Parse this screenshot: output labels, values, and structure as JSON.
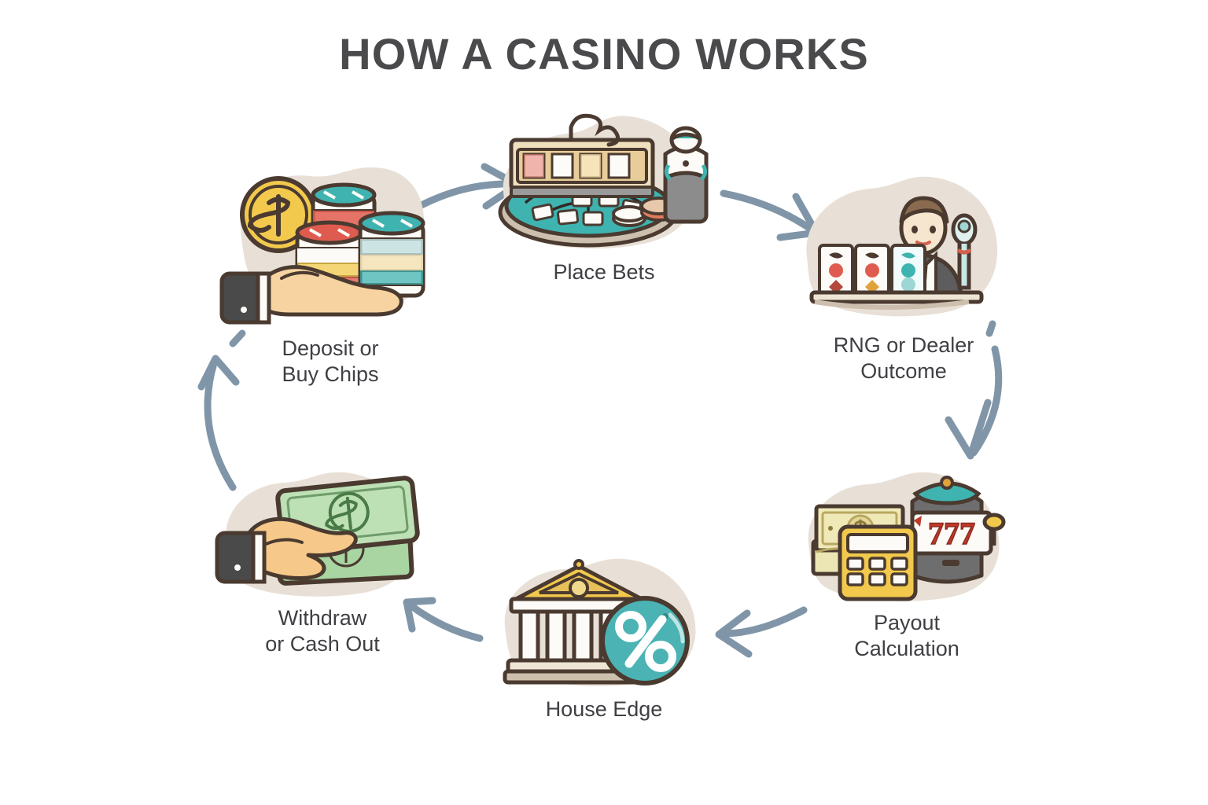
{
  "page": {
    "title": "HOW A CASINO WORKS",
    "background_color": "#ffffff",
    "title_color": "#4a4a4d",
    "label_color": "#3f3f44",
    "arrow_color": "#8096a8",
    "blob_color": "#e8e0d6",
    "outline_color": "#4a3a30"
  },
  "nodes": [
    {
      "id": "deposit",
      "label": "Deposit or\nBuy Chips",
      "icon_name": "hand-with-chips-and-coin-icon",
      "accent_colors": [
        "#f2c94c",
        "#3fb3b0",
        "#e05b4f",
        "#f5d08a"
      ]
    },
    {
      "id": "place-bets",
      "label": "Place Bets",
      "icon_name": "casino-table-icon",
      "accent_colors": [
        "#3fb3b0",
        "#e8c88e",
        "#e07a5f"
      ]
    },
    {
      "id": "rng-dealer",
      "label": "RNG or Dealer\nOutcome",
      "icon_name": "dealer-with-cards-icon",
      "accent_colors": [
        "#5a5a5e",
        "#e05b4f",
        "#3fb3b0"
      ]
    },
    {
      "id": "payout",
      "label": "Payout\nCalculation",
      "icon_name": "cash-calculator-slot-icon",
      "accent_colors": [
        "#e9e2a6",
        "#f2c94c",
        "#c0392b",
        "#3fb3b0"
      ]
    },
    {
      "id": "house-edge",
      "label": "House Edge",
      "icon_name": "bank-building-percent-icon",
      "accent_colors": [
        "#f2c94c",
        "#4bb3b3",
        "#ffffff"
      ]
    },
    {
      "id": "withdraw",
      "label": "Withdraw\nor Cash Out",
      "icon_name": "hand-with-banknotes-icon",
      "accent_colors": [
        "#a8d5a2",
        "#f5c48a",
        "#4a4a4a"
      ]
    }
  ],
  "connectors": [
    {
      "id": "deposit-to-place-bets",
      "from": "deposit",
      "to": "place-bets",
      "icon_name": "curved-arrow-right-icon"
    },
    {
      "id": "place-bets-to-rng",
      "from": "place-bets",
      "to": "rng-dealer",
      "icon_name": "curved-arrow-right-down-icon"
    },
    {
      "id": "rng-to-payout",
      "from": "rng-dealer",
      "to": "payout",
      "icon_name": "curved-arrow-down-icon"
    },
    {
      "id": "payout-to-house-edge",
      "from": "payout",
      "to": "house-edge",
      "icon_name": "curved-arrow-left-icon"
    },
    {
      "id": "house-edge-to-withdraw",
      "from": "house-edge",
      "to": "withdraw",
      "icon_name": "curved-arrow-left-up-icon"
    },
    {
      "id": "withdraw-to-deposit",
      "from": "withdraw",
      "to": "deposit",
      "icon_name": "curved-arrow-up-icon"
    }
  ]
}
